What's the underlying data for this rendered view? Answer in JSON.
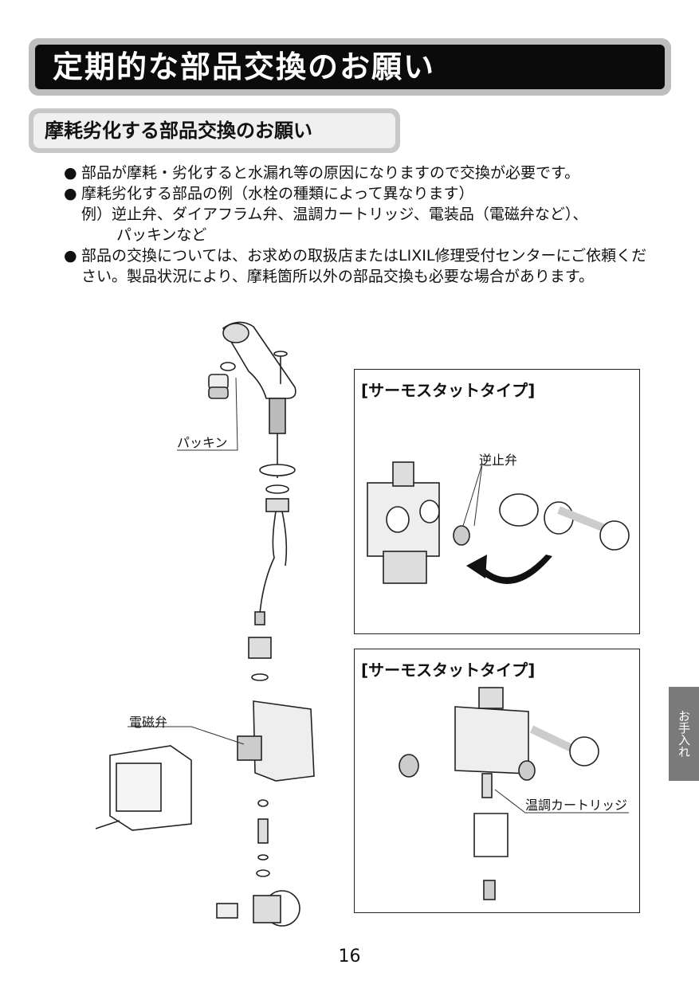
{
  "header": {
    "main_title": "定期的な部品交換のお願い",
    "sub_title": "摩耗劣化する部品交換のお願い"
  },
  "bullets": {
    "b1_dot": "●",
    "b1_text": "部品が摩耗・劣化すると水漏れ等の原因になりますので交換が必要です。",
    "b2_dot": "●",
    "b2_text": "摩耗劣化する部品の例（水栓の種類によって異なります）",
    "example_line1": "例）逆止弁、ダイアフラム弁、温調カートリッジ、電装品（電磁弁など）、",
    "example_line2": "パッキンなど",
    "b3_dot": "●",
    "b3_text": "部品の交換については、お求めの取扱店またはLIXIL修理受付センターにご依頼ください。製品状況により、摩耗箇所以外の部品交換も必要な場合があります。"
  },
  "diagram": {
    "label_packing": "パッキン",
    "label_solenoid": "電磁弁"
  },
  "panel_top": {
    "title": "[サーモスタットタイプ]",
    "label_check_valve": "逆止弁"
  },
  "panel_bottom": {
    "title": "[サーモスタットタイプ]",
    "label_cartridge": "温調カートリッジ"
  },
  "side_tab": {
    "label": "お手入れ"
  },
  "footer": {
    "page_number": "16"
  }
}
